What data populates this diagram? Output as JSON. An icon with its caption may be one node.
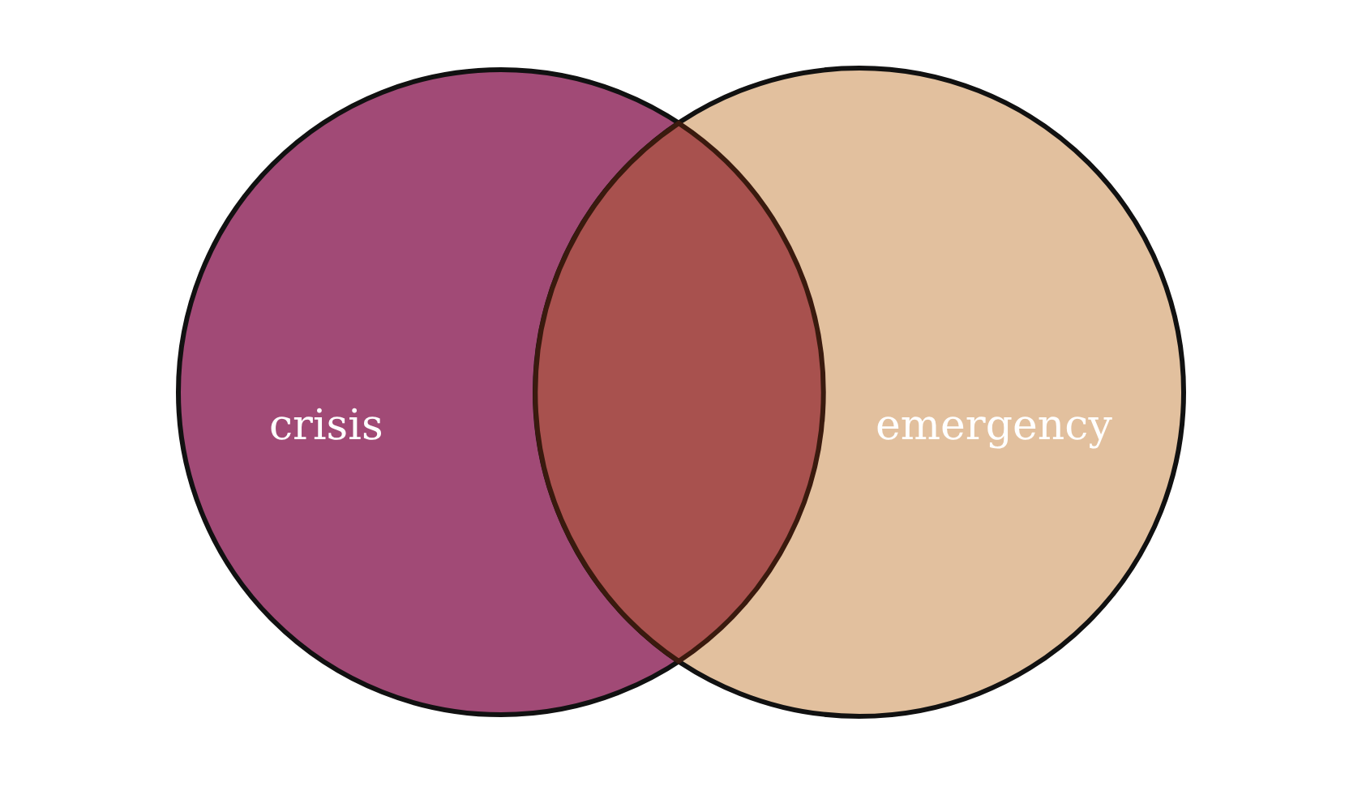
{
  "diagram": {
    "nodes": [
      {
        "text": [
          "crisis"
        ]
      },
      {
        "text": [
          "emergency"
        ]
      },
      {
        "text": [],
        "shape": "lens"
      }
    ]
  }
}
